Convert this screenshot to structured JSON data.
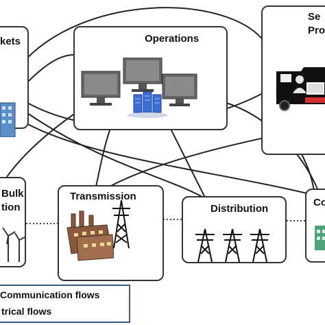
{
  "nodes": {
    "markets": {
      "label_line1": "kets"
    },
    "operations": {
      "label": "Operations"
    },
    "service_provider": {
      "label_line1": "Se",
      "label_line2": "Pro"
    },
    "bulk_generation": {
      "label_line1": "Bulk",
      "label_line2": "tion"
    },
    "transmission": {
      "label": "Transmission"
    },
    "distribution": {
      "label": "Distribution"
    },
    "customer": {
      "label_line1": "Co"
    }
  },
  "legend": {
    "communication": "Communication flows",
    "electrical": "trical flows"
  },
  "colors": {
    "box_border": "#333333",
    "legend_border": "#3b5a8c",
    "monitor": "#555555",
    "server": "#3a6fd8",
    "truck": "#111111",
    "truck_accent": "#d32f2f"
  }
}
